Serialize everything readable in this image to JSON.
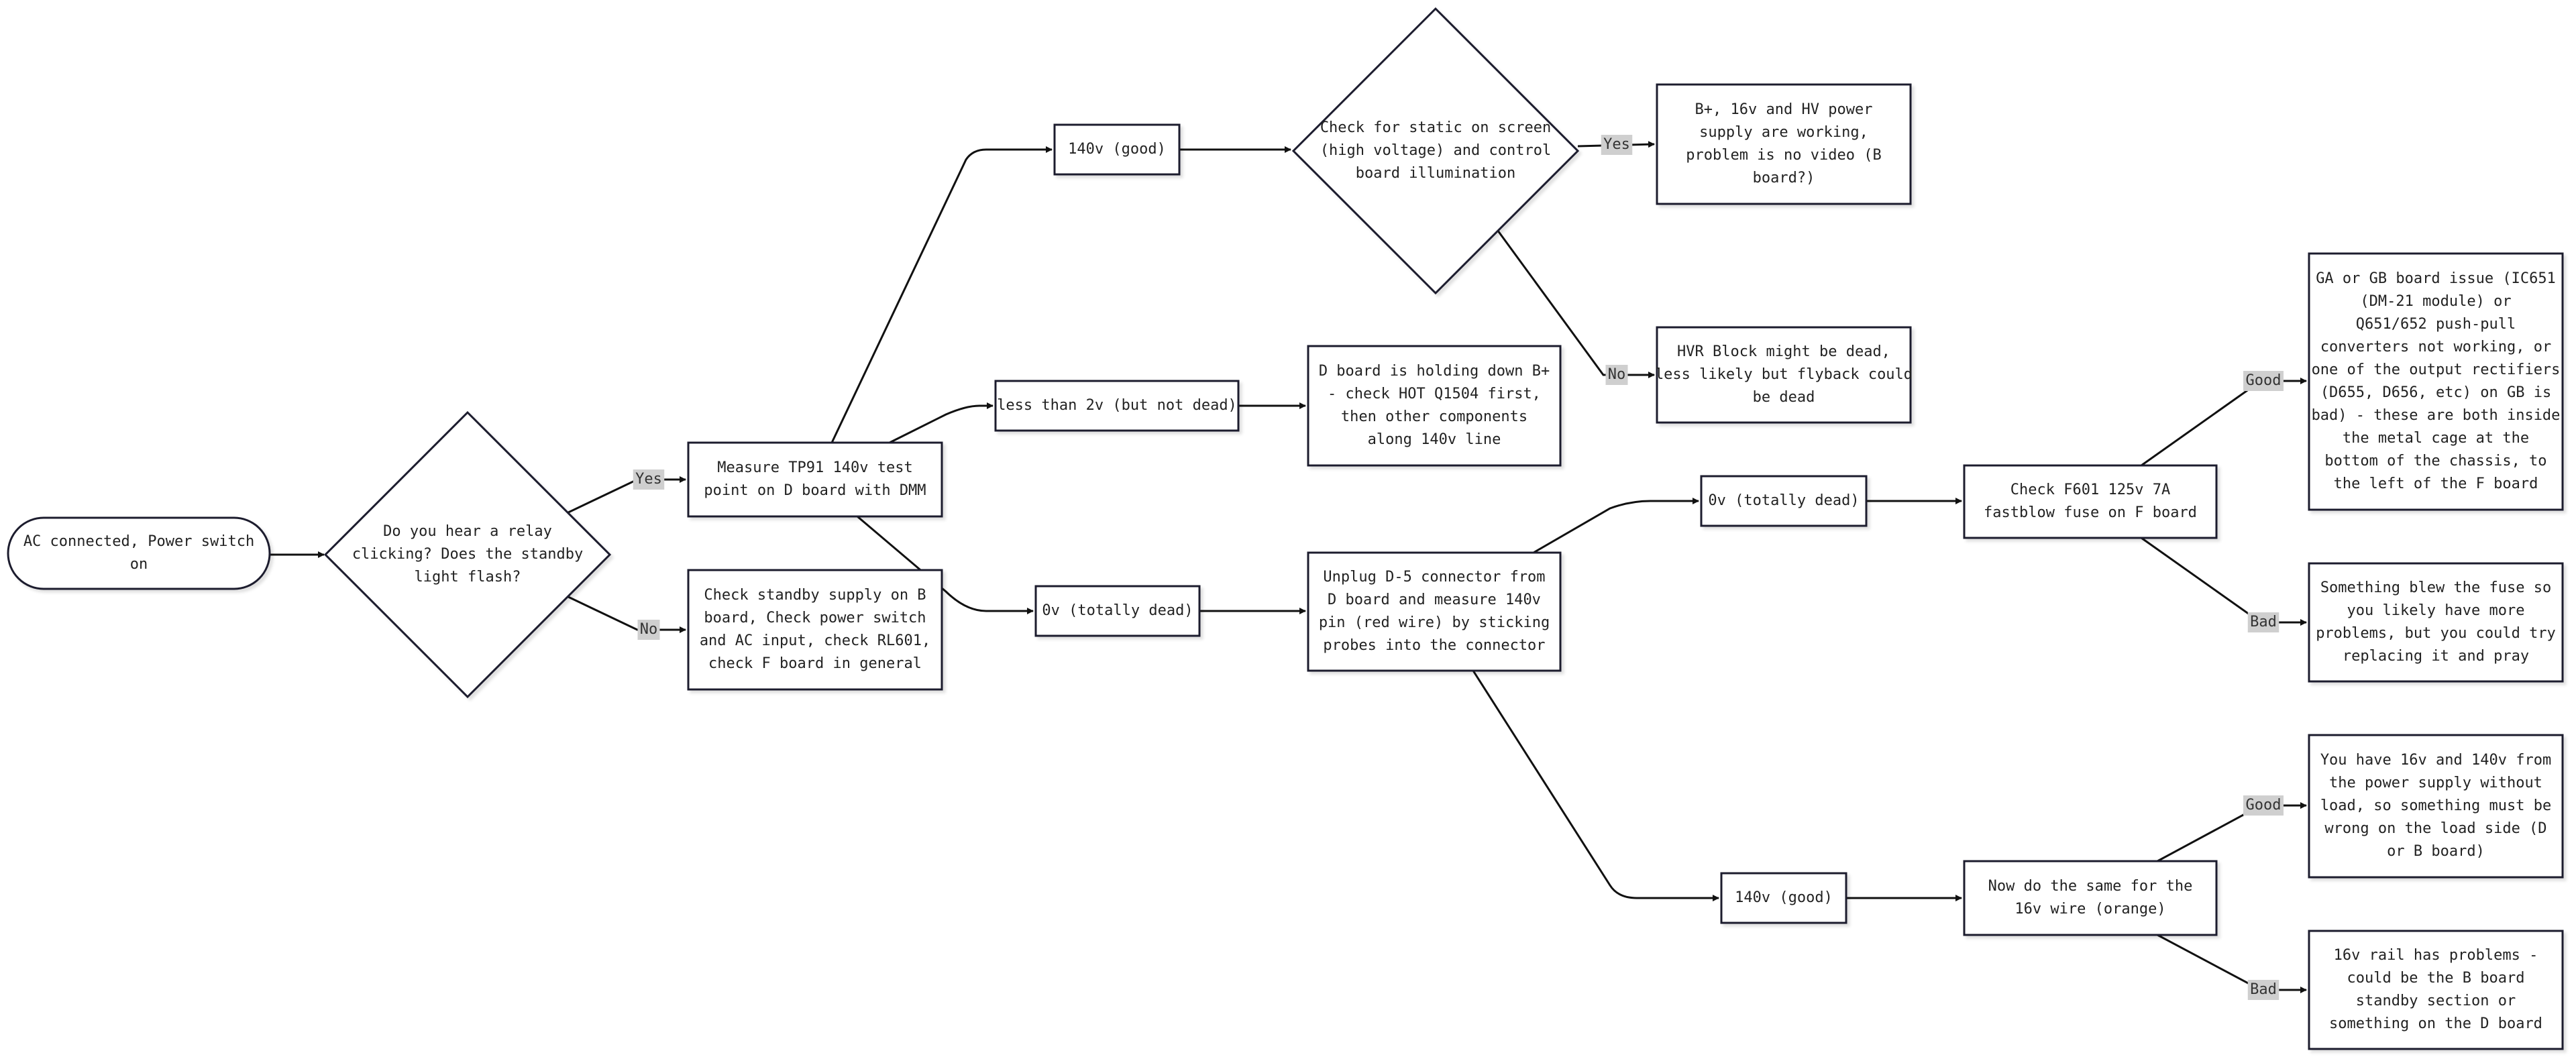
{
  "nodes": [
    {
      "id": "ac_connected",
      "shape": "stadium",
      "lines": [
        "AC connected, Power switch",
        "on"
      ]
    },
    {
      "id": "relay_question",
      "shape": "diamond",
      "lines": [
        "Do you hear a relay",
        "clicking? Does the standby",
        "light flash?"
      ]
    },
    {
      "id": "measure_tp91",
      "shape": "rect",
      "lines": [
        "Measure TP91 140v test",
        "point on D board with DMM"
      ]
    },
    {
      "id": "check_standby",
      "shape": "rect",
      "lines": [
        "Check standby supply on B",
        "board, Check power switch",
        "and AC input, check RL601,",
        "check F board in general"
      ]
    },
    {
      "id": "v140_good_top",
      "shape": "rect",
      "lines": [
        "140v (good)"
      ]
    },
    {
      "id": "less_than_2v",
      "shape": "rect",
      "lines": [
        "less than 2v (but not dead)"
      ]
    },
    {
      "id": "v0_dead_mid",
      "shape": "rect",
      "lines": [
        "0v (totally dead)"
      ]
    },
    {
      "id": "check_static",
      "shape": "diamond",
      "lines": [
        "Check for static on screen",
        "(high voltage) and control",
        "board illumination"
      ]
    },
    {
      "id": "d_board_holding",
      "shape": "rect",
      "lines": [
        "D board is holding down B+",
        "- check HOT Q1504 first,",
        "then other components",
        "along 140v line"
      ]
    },
    {
      "id": "unplug_d5",
      "shape": "rect",
      "lines": [
        "Unplug D-5 connector from",
        "D board and measure 140v",
        "pin (red wire) by sticking",
        "probes into the connector"
      ]
    },
    {
      "id": "bplus_working",
      "shape": "rect",
      "lines": [
        "B+, 16v and HV power",
        "supply are working,",
        "problem is no video (B",
        "board?)"
      ]
    },
    {
      "id": "hvr_block",
      "shape": "rect",
      "lines": [
        "HVR Block might be dead,",
        "less likely but flyback could",
        "be dead"
      ]
    },
    {
      "id": "v0_dead_right",
      "shape": "rect",
      "lines": [
        "0v (totally dead)"
      ]
    },
    {
      "id": "v140_good_bottom",
      "shape": "rect",
      "lines": [
        "140v (good)"
      ]
    },
    {
      "id": "check_f601",
      "shape": "rect",
      "lines": [
        "Check F601 125v 7A",
        "fastblow fuse on F board"
      ]
    },
    {
      "id": "same_16v",
      "shape": "rect",
      "lines": [
        "Now do the same for the",
        "16v wire (orange)"
      ]
    },
    {
      "id": "ga_gb_issue",
      "shape": "rect",
      "lines": [
        "GA or GB board issue (IC651",
        "(DM-21 module) or",
        "Q651/652 push-pull",
        "converters not working, or",
        "one of the output rectifiers",
        "(D655, D656, etc) on GB is",
        "bad) - these are both inside",
        "the metal cage at the",
        "bottom of the chassis, to",
        "the left of the F board"
      ]
    },
    {
      "id": "blew_fuse",
      "shape": "rect",
      "lines": [
        "Something blew the fuse so",
        "you likely have more",
        "problems, but you could try",
        "replacing it and pray"
      ]
    },
    {
      "id": "have_16v_140v",
      "shape": "rect",
      "lines": [
        "You have 16v and 140v from",
        "the power supply without",
        "load, so something must be",
        "wrong on the load side (D",
        "or B board)"
      ]
    },
    {
      "id": "rail_16v_problems",
      "shape": "rect",
      "lines": [
        "16v rail has problems -",
        "could be the B board",
        "standby section or",
        "something on the D board"
      ]
    }
  ],
  "edges": [
    {
      "from": "ac_connected",
      "to": "relay_question",
      "label": ""
    },
    {
      "from": "relay_question",
      "to": "measure_tp91",
      "label": "Yes"
    },
    {
      "from": "relay_question",
      "to": "check_standby",
      "label": "No"
    },
    {
      "from": "measure_tp91",
      "to": "v140_good_top",
      "label": ""
    },
    {
      "from": "measure_tp91",
      "to": "less_than_2v",
      "label": ""
    },
    {
      "from": "measure_tp91",
      "to": "v0_dead_mid",
      "label": ""
    },
    {
      "from": "v140_good_top",
      "to": "check_static",
      "label": ""
    },
    {
      "from": "less_than_2v",
      "to": "d_board_holding",
      "label": ""
    },
    {
      "from": "v0_dead_mid",
      "to": "unplug_d5",
      "label": ""
    },
    {
      "from": "check_static",
      "to": "bplus_working",
      "label": "Yes"
    },
    {
      "from": "check_static",
      "to": "hvr_block",
      "label": "No"
    },
    {
      "from": "unplug_d5",
      "to": "v0_dead_right",
      "label": ""
    },
    {
      "from": "unplug_d5",
      "to": "v140_good_bottom",
      "label": ""
    },
    {
      "from": "v0_dead_right",
      "to": "check_f601",
      "label": ""
    },
    {
      "from": "v140_good_bottom",
      "to": "same_16v",
      "label": ""
    },
    {
      "from": "check_f601",
      "to": "ga_gb_issue",
      "label": "Good"
    },
    {
      "from": "check_f601",
      "to": "blew_fuse",
      "label": "Bad"
    },
    {
      "from": "same_16v",
      "to": "have_16v_140v",
      "label": "Good"
    },
    {
      "from": "same_16v",
      "to": "rail_16v_problems",
      "label": "Bad"
    }
  ]
}
